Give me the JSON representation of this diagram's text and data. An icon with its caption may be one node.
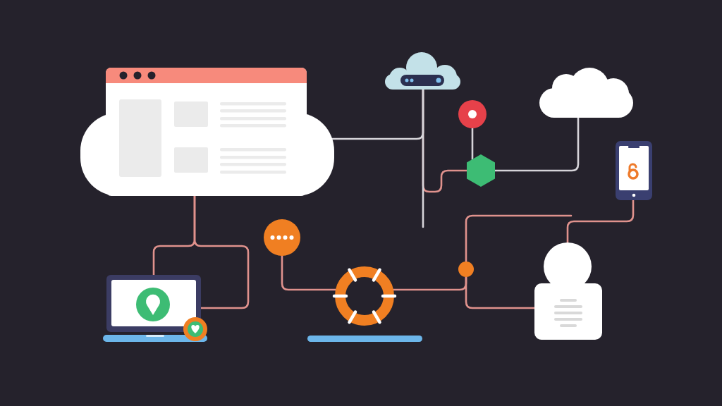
{
  "diagram": {
    "nodes": [
      {
        "text": [],
        "shape": "picture"
      },
      {
        "text": [],
        "shape": "picture"
      },
      {
        "text": [],
        "shape": "circle"
      },
      {
        "text": [],
        "shape": "hexagon"
      },
      {
        "text": [],
        "shape": "cloud"
      },
      {
        "text": [],
        "shape": "picture"
      },
      {
        "text": [],
        "shape": "picture"
      },
      {
        "text": [],
        "shape": "circle"
      },
      {
        "text": [],
        "shape": "ring"
      },
      {
        "text": [],
        "shape": "circle"
      },
      {
        "text": [],
        "shape": "person"
      }
    ],
    "edges": [
      {
        "from": 0,
        "to": 1,
        "arrow": "none",
        "color": "#d6d4d9"
      },
      {
        "from": 1,
        "to": 3,
        "arrow": "none"
      },
      {
        "from": 1,
        "to": null,
        "arrow": "none",
        "color": "#d6d4d9"
      },
      {
        "from": 2,
        "to": 3,
        "arrow": "none",
        "color": "#d6d4d9"
      },
      {
        "from": 3,
        "to": 4,
        "arrow": "none",
        "color": "#d6d4d9"
      },
      {
        "from": 0,
        "to": 6,
        "arrow": "none"
      },
      {
        "from": 0,
        "to": 6,
        "arrow": "none"
      },
      {
        "from": 7,
        "to": 8,
        "arrow": "none"
      },
      {
        "from": 8,
        "to": 9,
        "arrow": "none"
      },
      {
        "from": 9,
        "to": 10,
        "arrow": "none"
      },
      {
        "from": 9,
        "to": null,
        "arrow": "none"
      },
      {
        "from": 5,
        "to": 10,
        "arrow": "none"
      }
    ]
  }
}
